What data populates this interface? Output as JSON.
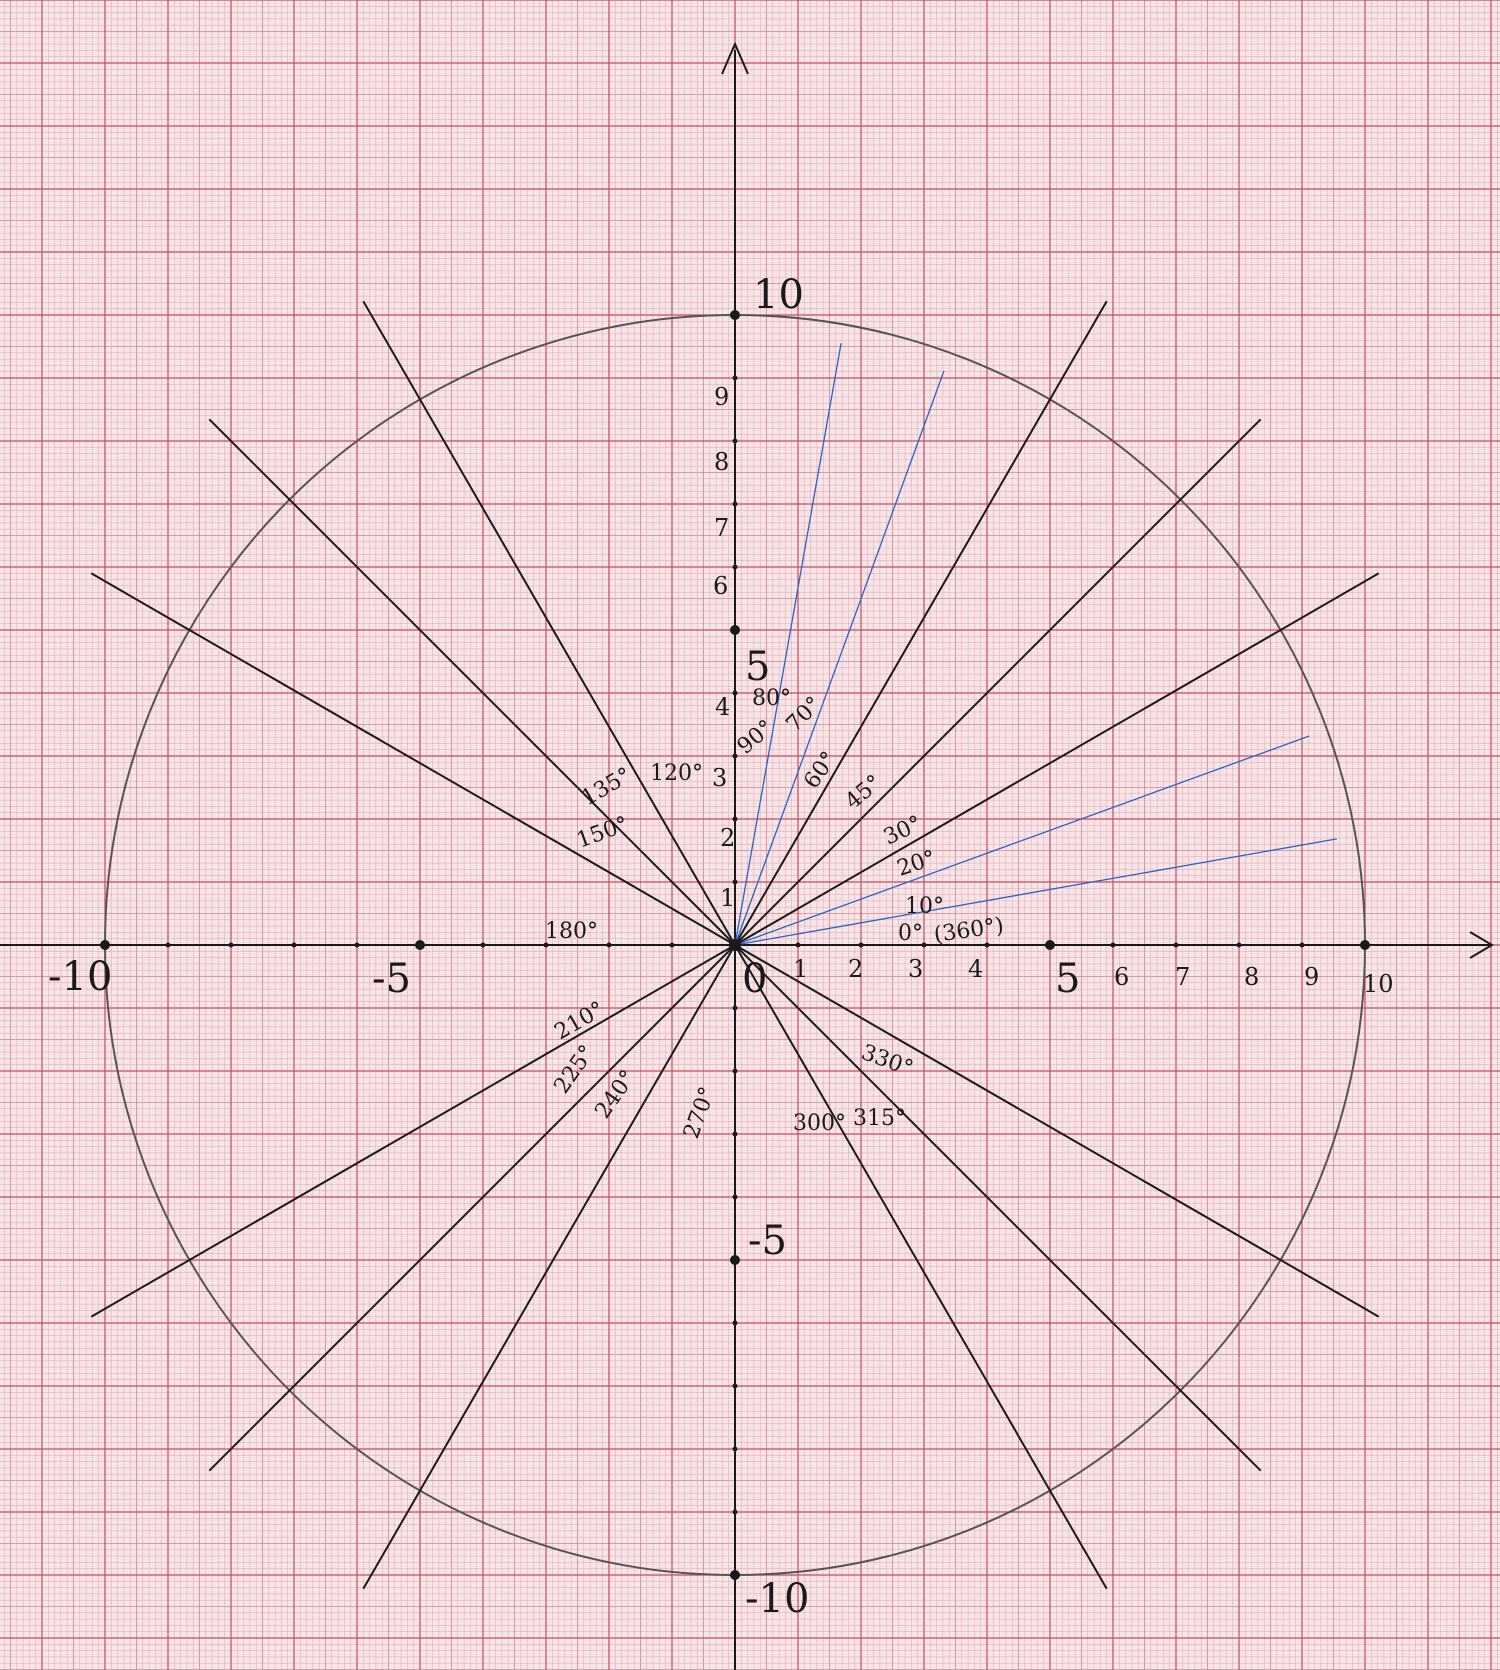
{
  "paper": {
    "background": "#f7e6e8",
    "grid_fine_color": "#e3a3ad",
    "grid_medium_color": "#d98390",
    "grid_major_color": "#c9495e"
  },
  "diagram": {
    "type": "polar-angle-diagram",
    "circle_radius_units": 10,
    "ink_color": "#1a1a1a",
    "blue_ink_color": "#2a62c4",
    "origin_label": "0",
    "x_axis_labels": [
      "1",
      "2",
      "3",
      "4",
      "5",
      "6",
      "7",
      "8",
      "9",
      "10",
      "-5",
      "-10"
    ],
    "y_axis_labels": [
      "1",
      "2",
      "3",
      "4",
      "5",
      "6",
      "7",
      "8",
      "9",
      "10",
      "-5",
      "-10"
    ],
    "angle_labels": [
      "10°",
      "20°",
      "30°",
      "45°",
      "60°",
      "70°",
      "80°",
      "90°",
      "120°",
      "135°",
      "150°",
      "180°",
      "210°",
      "225°",
      "240°",
      "270°",
      "300°",
      "315°",
      "330°",
      "0°",
      "(360°)"
    ],
    "rays": [
      {
        "angle_deg": 10,
        "ink": "blue"
      },
      {
        "angle_deg": 20,
        "ink": "blue"
      },
      {
        "angle_deg": 30,
        "ink": "black"
      },
      {
        "angle_deg": 45,
        "ink": "black"
      },
      {
        "angle_deg": 60,
        "ink": "black"
      },
      {
        "angle_deg": 70,
        "ink": "blue"
      },
      {
        "angle_deg": 80,
        "ink": "blue"
      },
      {
        "angle_deg": 120,
        "ink": "black"
      },
      {
        "angle_deg": 135,
        "ink": "black"
      },
      {
        "angle_deg": 150,
        "ink": "black"
      },
      {
        "angle_deg": 210,
        "ink": "black"
      },
      {
        "angle_deg": 225,
        "ink": "black"
      },
      {
        "angle_deg": 240,
        "ink": "black"
      },
      {
        "angle_deg": 300,
        "ink": "black"
      },
      {
        "angle_deg": 315,
        "ink": "black"
      },
      {
        "angle_deg": 330,
        "ink": "black"
      }
    ]
  }
}
